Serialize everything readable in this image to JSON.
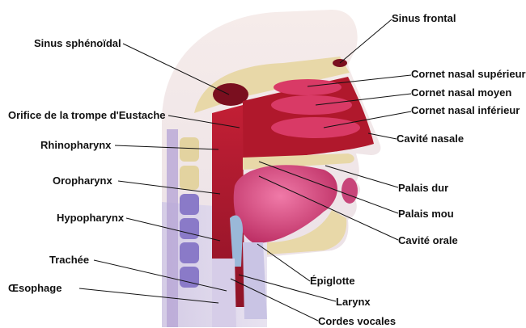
{
  "labels": {
    "sinus_sphenoidal": "Sinus sphénoïdal",
    "sinus_frontal": "Sinus frontal",
    "cornet_superieur": "Cornet nasal supérieur",
    "cornet_moyen": "Cornet nasal moyen",
    "cornet_inferieur": "Cornet nasal inférieur",
    "cavite_nasale": "Cavité nasale",
    "orifice_trompe": "Orifice de la trompe d'Eustache",
    "rhinopharynx": "Rhinopharynx",
    "oropharynx": "Oropharynx",
    "hypopharynx": "Hypopharynx",
    "trachee": "Trachée",
    "oesophage": "Œsophage",
    "palais_dur": "Palais dur",
    "palais_mou": "Palais mou",
    "cavite_orale": "Cavité orale",
    "epiglotte": "Épiglotte",
    "larynx": "Larynx",
    "cordes_vocales": "Cordes vocales"
  },
  "colors": {
    "skin": "#f3e2dc",
    "head_shadow": "#e6d9d6",
    "tissue_red": "#b0182c",
    "dark_red": "#7a0f1f",
    "mucosa_pink": "#d93a66",
    "tongue_pink": "#c8457a",
    "bone_cream": "#e8d8a8",
    "cartilage_blue": "#9ab8d8",
    "vertebra_purple": "#8a7ac8",
    "leader_line": "#111111"
  }
}
